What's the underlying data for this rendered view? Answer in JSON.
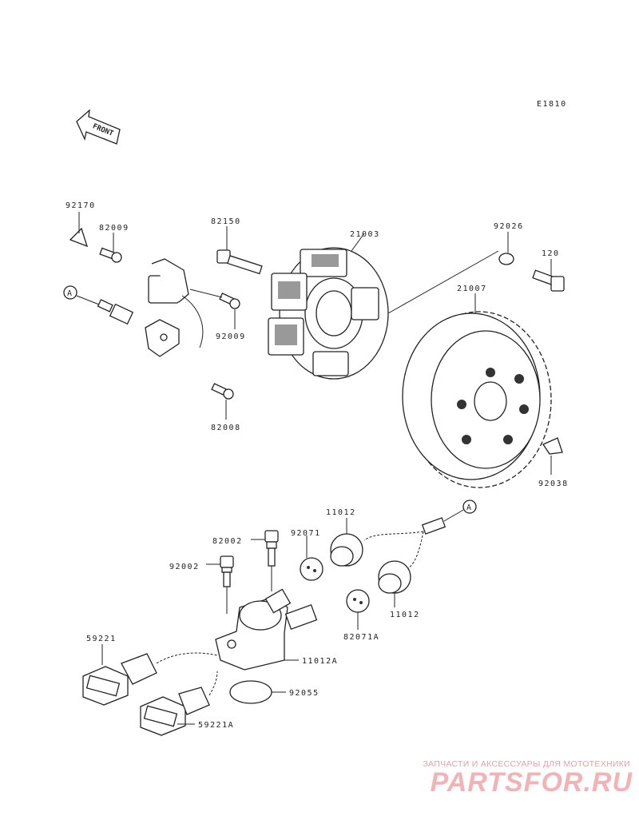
{
  "diagram": {
    "code": "E1810",
    "front_label": "FRONT",
    "ref_marker": "A",
    "parts": {
      "p92170": "92170",
      "p82009": "82009",
      "p82150": "82150",
      "p21003": "21003",
      "p92026": "92026",
      "p120": "120",
      "p21007": "21007",
      "p92009": "92009",
      "p82008": "82008",
      "p92038": "92038",
      "p11012_top": "11012",
      "p92071": "92071",
      "p82002": "82002",
      "p92002": "92002",
      "p11012_right": "11012",
      "p82071A": "82071A",
      "p59221": "59221",
      "p11012A": "11012A",
      "p92055": "92055",
      "p59221A": "59221A"
    }
  },
  "watermark": {
    "subtitle": "ЗАПЧАСТИ И АКСЕССУАРЫ ДЛЯ МОТОТЕХНИКИ",
    "brand": "PARTSFOR.RU"
  },
  "colors": {
    "line": "#222222",
    "watermark": "#f2b3b6"
  }
}
